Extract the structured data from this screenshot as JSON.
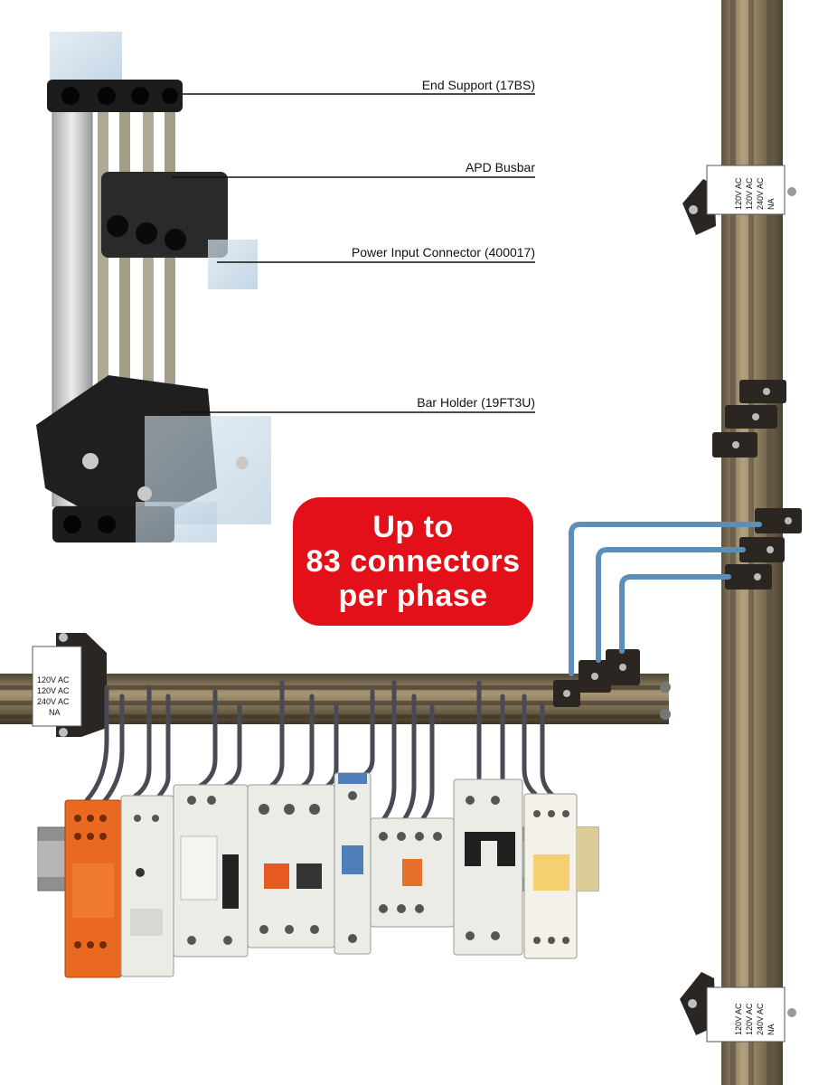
{
  "callouts": {
    "end_support": "End Support (17BS)",
    "busbar": "APD Busbar",
    "power_input": "Power Input Connector (400017)",
    "bar_holder": "Bar Holder (19FT3U)"
  },
  "badge": {
    "line1": "Up to",
    "line2": "83 connectors",
    "line3": "per phase"
  },
  "voltage_labels": {
    "line1": "120V AC",
    "line2": "120V AC",
    "line3": "240V AC",
    "line4": "NA"
  },
  "colors": {
    "badge_red": "#e3101a",
    "busbar_brass": "#8a7a5c",
    "cable_blue": "#5b8fb9",
    "relay_orange": "#e8691f"
  }
}
